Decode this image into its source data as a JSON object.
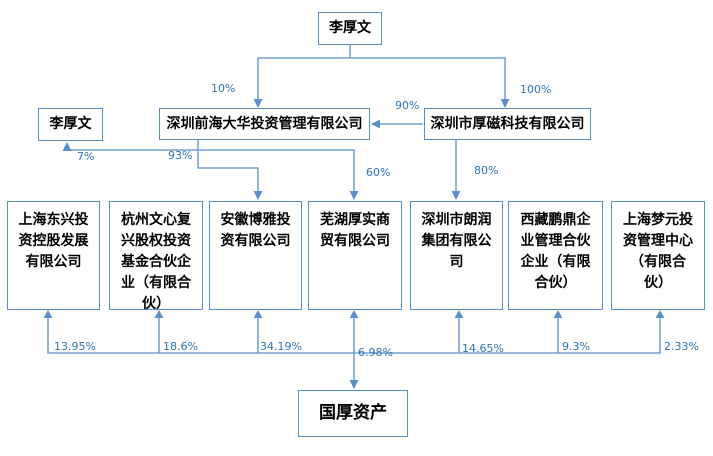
{
  "colors": {
    "line": "#5b8fc7",
    "box_border": "#5b8fc7",
    "percent_text": "#2e74b5",
    "box_text": "#000000"
  },
  "top_person": "李厚文",
  "left_person": "李厚文",
  "qianhai": "深圳前海大华投资管理有限公司",
  "houci": "深圳市厚磁科技有限公司",
  "companies": [
    {
      "lines": [
        "上海东兴投",
        "资控股发展",
        "有限公司"
      ]
    },
    {
      "lines": [
        "杭州文心复",
        "兴股权投资",
        "基金合伙企",
        "业（有限合",
        "伙）"
      ]
    },
    {
      "lines": [
        "安徽博雅投",
        "资有限公司"
      ]
    },
    {
      "lines": [
        "芜湖厚实商",
        "贸有限公司"
      ]
    },
    {
      "lines": [
        "深圳市朗润",
        "集团有限公",
        "司"
      ]
    },
    {
      "lines": [
        "西藏鹏鼎企",
        "业管理合伙",
        "企业（有限",
        "合伙）"
      ]
    },
    {
      "lines": [
        "上海梦元投",
        "资管理中心",
        "（有限合",
        "伙）"
      ]
    }
  ],
  "target": "国厚资产",
  "upper_edges": {
    "top_to_qianhai": "10%",
    "top_to_houci": "100%",
    "houci_to_qianhai": "90%",
    "qianhai_to_left_person": "7%",
    "qianhai_to_anhui": "93%",
    "qianhai_to_wuhu": "60%",
    "houci_to_langrun": "80%"
  },
  "stakes": [
    "13.95%",
    "18.6%",
    "34.19%",
    "6.98%",
    "14.65%",
    "9.3%",
    "2.33%"
  ]
}
